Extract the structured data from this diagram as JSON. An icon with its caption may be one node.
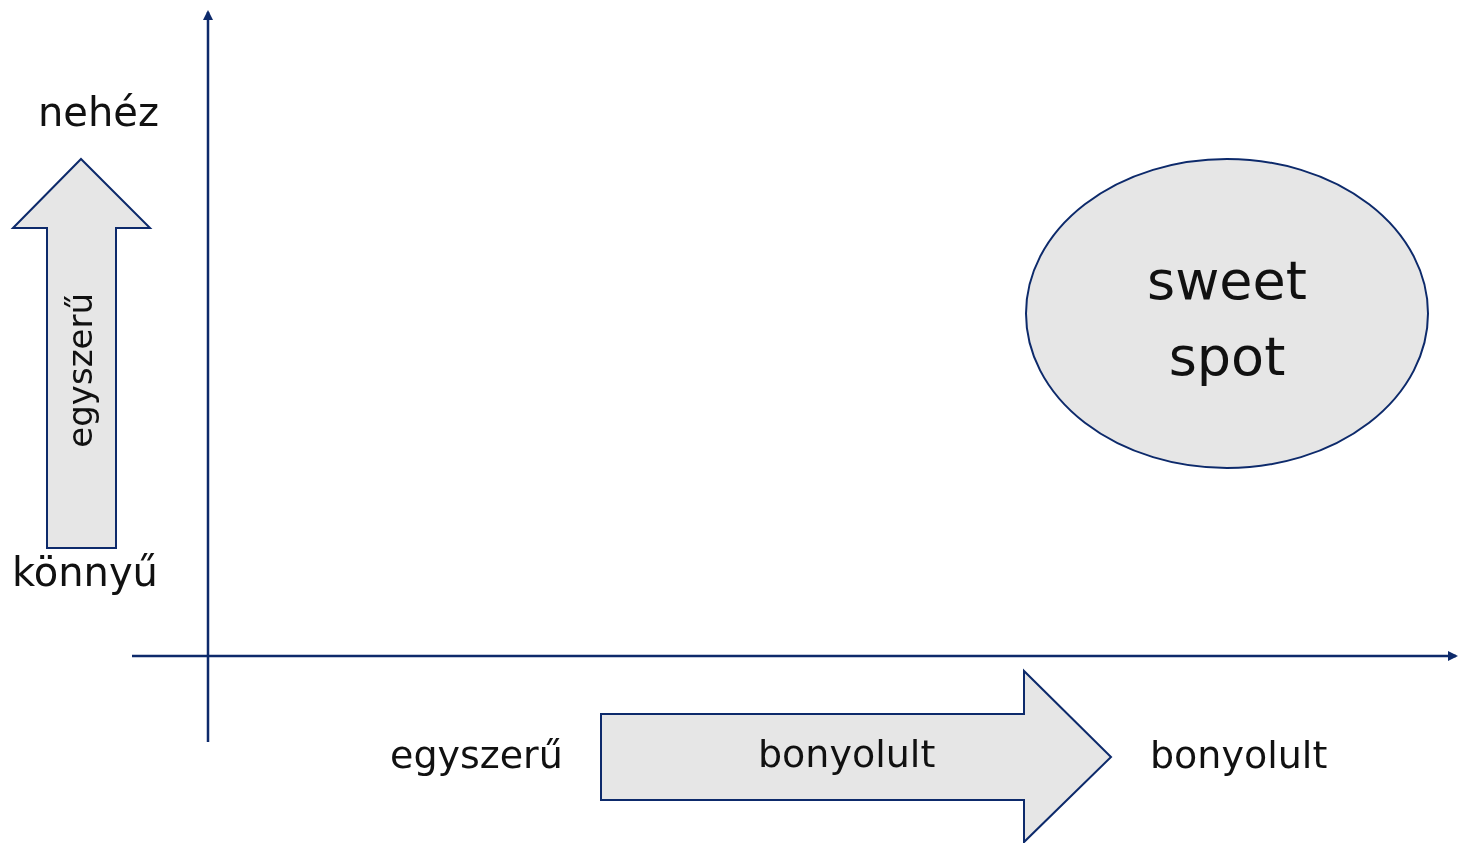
{
  "diagram": {
    "nodes": [
      {
        "text": [
          "egyszerű"
        ]
      },
      {
        "text": [
          "sweet spot"
        ]
      },
      {
        "text": [
          "bonyolult"
        ]
      }
    ],
    "labels": [
      "nehéz",
      "könnyű",
      "egyszerű",
      "bonyolult"
    ]
  }
}
